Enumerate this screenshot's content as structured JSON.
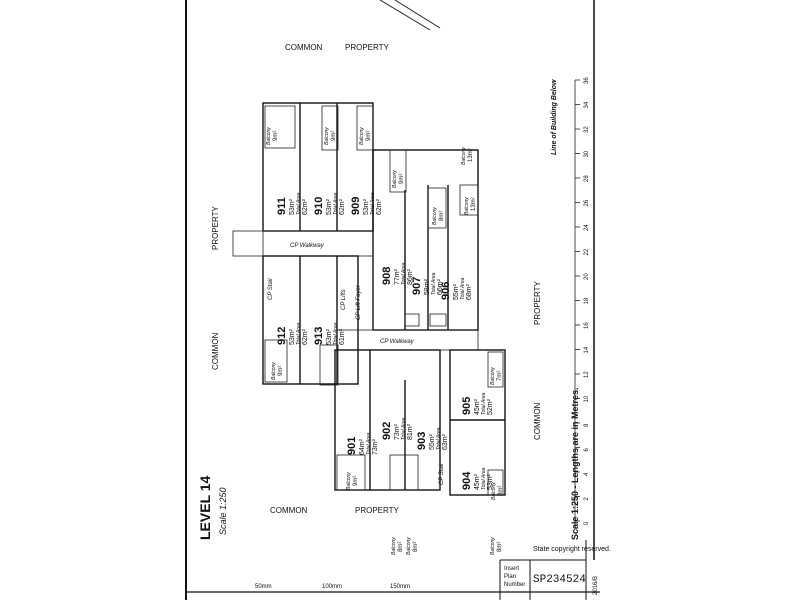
{
  "level_title": "LEVEL 14",
  "level_scale": "Scale 1:250",
  "common_property_labels": {
    "top_common": "COMMON",
    "top_property": "PROPERTY",
    "left_property": "PROPERTY",
    "left_common": "COMMON",
    "bottom_common": "COMMON",
    "bottom_property": "PROPERTY",
    "right_common": "COMMON",
    "right_property": "PROPERTY"
  },
  "walkway_top": "CP Walkway",
  "walkway_middle": "CP Walkway",
  "cp_stair_upper": "CP Stair",
  "cp_stair_lower": "CP Stair",
  "cp_lifts": "CP Lifts",
  "cp_lift_foyer": "CP Lift Foyer",
  "line_of_building_below": "Line of Building Below",
  "scale_note": "Scale 1:250 - Lengths are in Metres.",
  "copyright": "State copyright reserved.",
  "plan_box": {
    "label_line1": "Insert",
    "label_line2": "Plan",
    "label_line3": "Number",
    "number": "SP234524"
  },
  "ruler_bottom": [
    "50mm",
    "100mm",
    "150mm"
  ],
  "side_code": "2016/B",
  "ruler_right": [
    "36",
    "34",
    "32",
    "30",
    "28",
    "26",
    "24",
    "22",
    "20",
    "18",
    "16",
    "14",
    "12",
    "10",
    "8",
    "6",
    "4",
    "2",
    "0"
  ],
  "units": [
    {
      "id": "911",
      "area": "53m²",
      "total_label": "Total Area",
      "total": "62m²",
      "balcony": "Balcony",
      "balcony_area": "9m²"
    },
    {
      "id": "910",
      "area": "53m²",
      "total_label": "Total Area",
      "total": "62m²",
      "balcony": "Balcony",
      "balcony_area": "9m²"
    },
    {
      "id": "909",
      "area": "53m²",
      "total_label": "Total Area",
      "total": "62m²",
      "balcony": "Balcony",
      "balcony_area": "9m²"
    },
    {
      "id": "908",
      "area": "77m²",
      "total_label": "Total Area",
      "total": "86m²",
      "balcony": "Balcony",
      "balcony_area": "9m²"
    },
    {
      "id": "907",
      "area": "58m²",
      "total_label": "Total Area",
      "total": "66m²",
      "balcony": "Balcony",
      "balcony_area": "8m²"
    },
    {
      "id": "906",
      "area": "55m²",
      "total_label": "Total Area",
      "total": "68m²",
      "balcony": "Balcony",
      "balcony_area": "13m²"
    },
    {
      "id": "912",
      "area": "53m²",
      "total_label": "Total Area",
      "total": "62m²",
      "balcony": "Balcony",
      "balcony_area": "9m²"
    },
    {
      "id": "913",
      "area": "53m²",
      "total_label": "Total Area",
      "total": "61m²"
    },
    {
      "id": "901",
      "area": "64m²",
      "total_label": "Total Area",
      "total": "73m²",
      "balcony": "Balcony",
      "balcony_area": "9m²"
    },
    {
      "id": "902",
      "area": "73m²",
      "total_label": "Total Area",
      "total": "81m²"
    },
    {
      "id": "903",
      "area": "55m²",
      "total_label": "Total Area",
      "total": "63m²"
    },
    {
      "id": "905",
      "area": "45m²",
      "total_label": "Total Area",
      "total": "52m²",
      "balcony": "Balcony",
      "balcony_area": "7m²"
    },
    {
      "id": "904",
      "area": "45m²",
      "total_label": "Total Area",
      "total": "53m²",
      "balcony": "Balcony",
      "balcony_area": "8m²"
    }
  ],
  "extra_balconies": [
    {
      "label": "Balcony",
      "area": "13m²"
    },
    {
      "label": "Balcony",
      "area": "8m²"
    },
    {
      "label": "Balcony",
      "area": "8m²"
    },
    {
      "label": "Balcony",
      "area": "8m²"
    }
  ]
}
